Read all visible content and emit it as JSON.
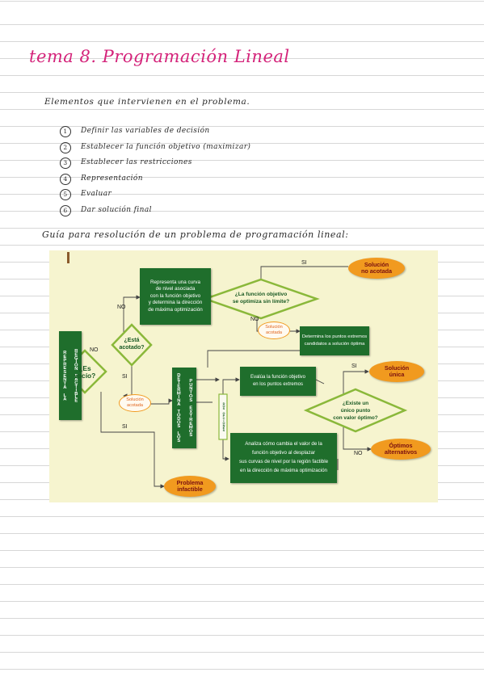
{
  "title": "tema 8. Programación Lineal",
  "intro": "Elementos que intervienen en el problema.",
  "steps": [
    {
      "num": "1",
      "text": "Definir las variables de decisión"
    },
    {
      "num": "2",
      "text": "Establecer la función objetivo (maximizar)"
    },
    {
      "num": "3",
      "text": "Establecer las restricciones"
    },
    {
      "num": "4",
      "text": "Representación"
    },
    {
      "num": "5",
      "text": "Evaluar"
    },
    {
      "num": "6",
      "text": "Dar solución final"
    }
  ],
  "guide": "Guía para resolución de un problema de programación lineal:",
  "diagram": {
    "representa_region": "REPRESENTA LA",
    "region_factible": "REGIÓN FACTIBLE",
    "es_vacio": "¿Es\nvacío?",
    "esta_acotado": "¿Está\nacotado?",
    "curva_nivel": "Representa una curva\nde nivel asociada\ncon la función objetivo\ny determina la dirección\nde máxima optimización",
    "optimiza_sin_limite": "¿La función objetivo\nse optimiza sin límite?",
    "solucion_no_acotada": "Solución\nno acotada",
    "solucion_acotada_1": "Solución\nacotada",
    "solucion_acotada_2": "Solución\nacotada",
    "puntos_extremos_candidatos": "Determina los puntos extremos\ncandidatos a solución óptima",
    "determina_todos_los": "DETERMINA TODOS LOS",
    "puntos_extremos": "PUNTOS EXTREMOS",
    "dos_opciones": "DOS OPCIONES",
    "evalua_funcion": "Evalúa la función objetivo\nen los puntos extremos",
    "analiza_cambio": "Analiza cómo cambia el valor de la\nfunción objetivo al desplazar\nsus curvas de nivel por la región factible\nen la dirección de máxima optimización",
    "existe_unico": "¿Existe un\núnico punto\ncon valor óptimo?",
    "solucion_unica": "Solución\núnica",
    "optimos_alternativos": "Óptimos\nalternativos",
    "problema_infactible": "Problema\ninfactible",
    "si": "SI",
    "no": "NO"
  }
}
